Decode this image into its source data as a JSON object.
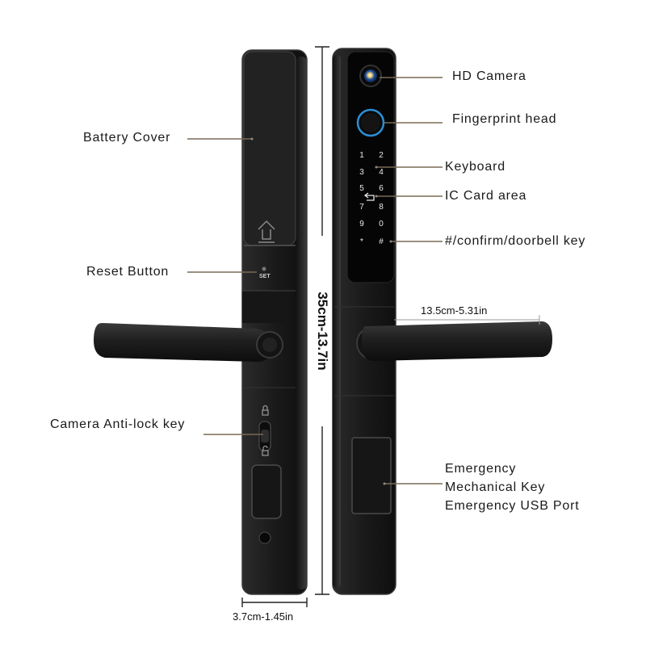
{
  "callouts": {
    "hd_camera": "HD Camera",
    "fingerprint_head": "Fingerprint head",
    "keyboard": "Keyboard",
    "ic_card_area": "IC Card area",
    "confirm_key": "#/confirm/doorbell key",
    "battery_cover": "Battery Cover",
    "reset_button": "Reset Button",
    "camera_antilock_key": "Camera Anti-lock key",
    "emergency_line1": "Emergency",
    "emergency_line2": "Mechanical Key",
    "emergency_line3": "Emergency USB Port"
  },
  "dimensions": {
    "height": "35cm-13.7in",
    "handle_length": "13.5cm-5.31in",
    "width": "3.7cm-1.45in"
  },
  "lock_markings": {
    "reset_label": "SET",
    "keypad_keys": [
      "1",
      "2",
      "3",
      "4",
      "5",
      "6",
      "7",
      "8",
      "9",
      "0",
      "*",
      "#"
    ]
  },
  "colors": {
    "lock_body": "#1c1c1c",
    "lock_edge": "#3a3a3a",
    "keypad_panel": "#050505",
    "fingerprint_ring": "#2a8fd6",
    "camera_lens": "#1f4f9e",
    "leader_line": "#7a6a55",
    "dimension_line": "#222222"
  }
}
